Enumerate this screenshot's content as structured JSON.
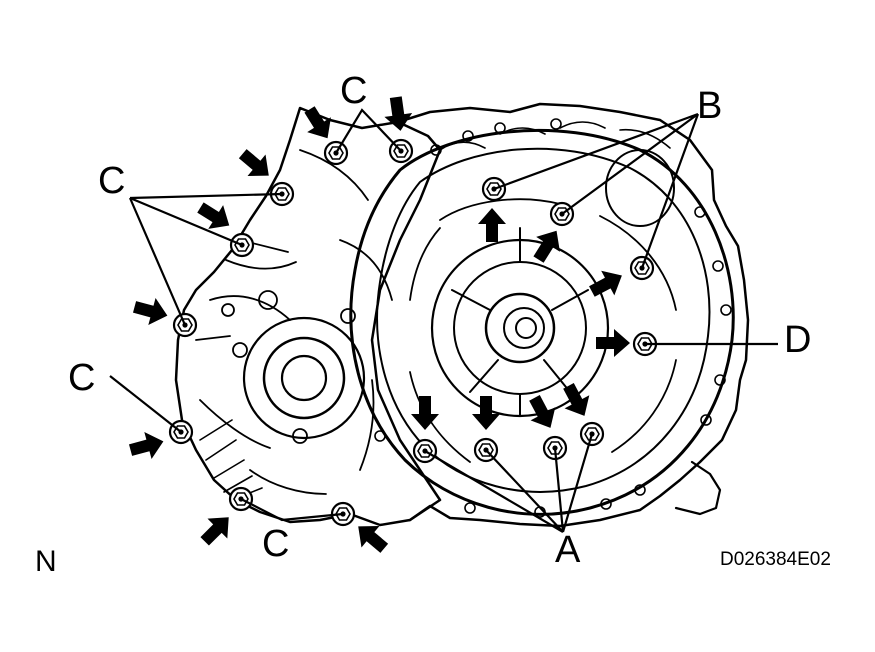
{
  "figure": {
    "labels": {
      "a": "A",
      "b": "B",
      "c": "C",
      "d": "D"
    },
    "orientation_mark": "N",
    "code": "D026384E02"
  }
}
